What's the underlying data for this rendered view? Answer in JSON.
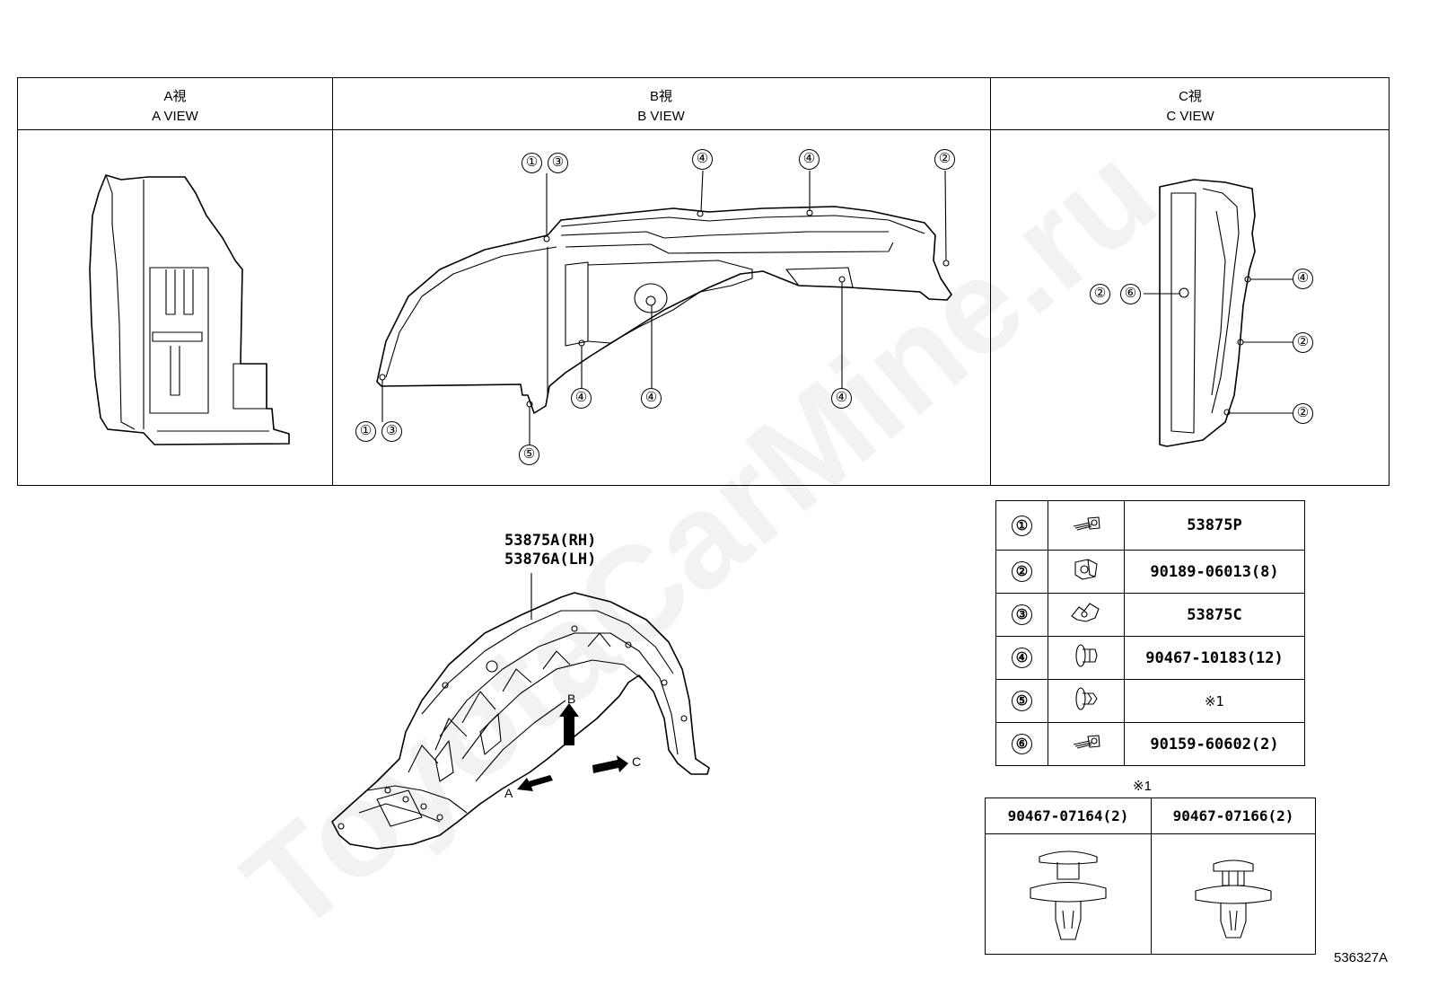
{
  "views": [
    {
      "jp": "A視",
      "en": "A VIEW"
    },
    {
      "jp": "B視",
      "en": "B VIEW"
    },
    {
      "jp": "C視",
      "en": "C VIEW"
    }
  ],
  "b_callouts": {
    "c13_top": [
      "①",
      "③"
    ],
    "c4_top1": "④",
    "c4_top2": "④",
    "c2_right": "②",
    "c13_bottom": [
      "①",
      "③"
    ],
    "c5": "⑤",
    "c4_b1": "④",
    "c4_b2": "④",
    "c4_b3": "④"
  },
  "c_callouts": {
    "c26": [
      "②",
      "⑥"
    ],
    "c4": "④",
    "c2a": "②",
    "c2b": "②"
  },
  "main_part": {
    "rh": "53875A(RH)",
    "lh": "53876A(LH)"
  },
  "arrows": {
    "a": "A",
    "b": "B",
    "c": "C"
  },
  "parts": [
    {
      "num": "①",
      "icon": "screw-icon",
      "part": "53875P"
    },
    {
      "num": "②",
      "icon": "nut-clip-icon",
      "part": "90189-06013(8)"
    },
    {
      "num": "③",
      "icon": "spring-clip-icon",
      "part": "53875C"
    },
    {
      "num": "④",
      "icon": "push-clip-icon",
      "part": "90467-10183(12)"
    },
    {
      "num": "⑤",
      "icon": "push-clip-icon",
      "part": "※1"
    },
    {
      "num": "⑥",
      "icon": "screw-icon",
      "part": "90159-60602(2)"
    }
  ],
  "note_mark": "※1",
  "clips": [
    {
      "part": "90467-07164(2)",
      "icon": "push-rivet-clip-icon"
    },
    {
      "part": "90467-07166(2)",
      "icon": "push-rivet-clip-icon"
    }
  ],
  "watermark": "ToyotaCarMine.ru",
  "figure_id": "536327A"
}
